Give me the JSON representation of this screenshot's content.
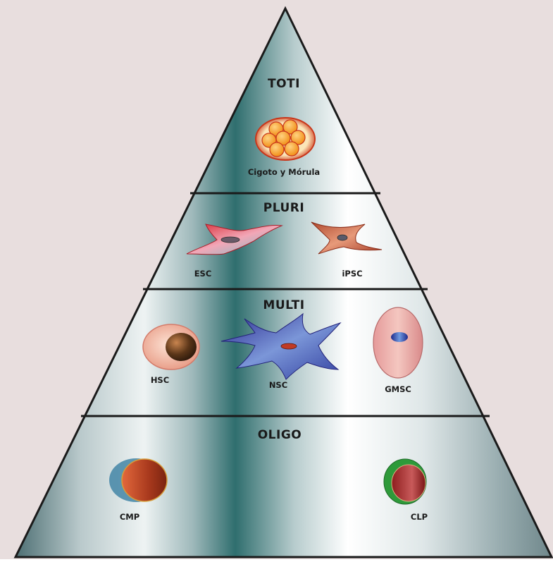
{
  "diagram": {
    "levels": [
      {
        "label": "TOTI",
        "cells": [
          "Cigoto y Mórula"
        ]
      },
      {
        "label": "PLURI",
        "cells": [
          "ESC",
          "iPSC"
        ]
      },
      {
        "label": "MULTI",
        "cells": [
          "HSC",
          "NSC",
          "GMSC"
        ]
      },
      {
        "label": "OLIGO",
        "cells": [
          "CMP",
          "CLP"
        ]
      }
    ]
  },
  "colors": {
    "background": "#e8dede",
    "pyramid_dark": "#2f6e6e",
    "pyramid_light": "#ffffff",
    "outline": "#1a1a1a"
  }
}
